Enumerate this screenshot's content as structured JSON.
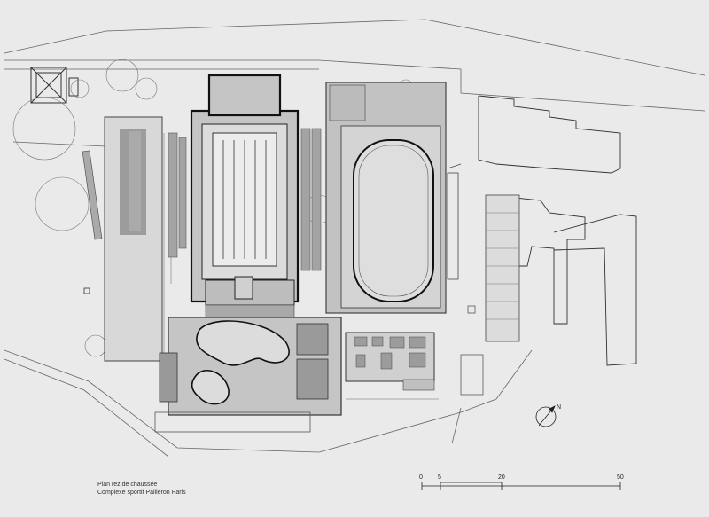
{
  "caption": {
    "line1": "Plan rez de chaussée",
    "line2": "Complexe sportif Pailleron Paris"
  },
  "scale": {
    "labels": [
      "0",
      "5",
      "20",
      "50"
    ]
  },
  "north_arrow": {
    "letter": "N"
  },
  "colors": {
    "paper": "#eaeaea",
    "built": "#c5c5c5",
    "ice": "#dedede",
    "line": "#555555",
    "dark": "#222222"
  }
}
